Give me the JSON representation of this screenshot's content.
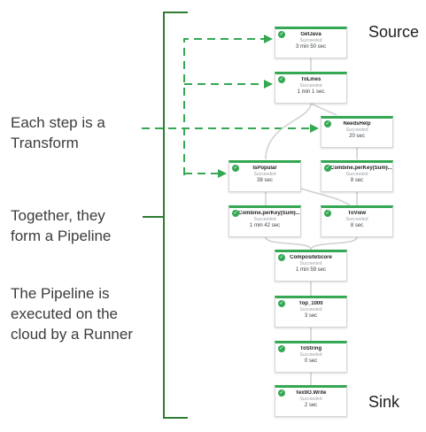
{
  "labels": {
    "source": "Source",
    "sink": "Sink",
    "each_step": [
      "Each step is a",
      "Transform"
    ],
    "together": [
      "Together, they",
      "form a Pipeline"
    ],
    "executed": [
      "The Pipeline is",
      "executed on the",
      "cloud by a Runner"
    ]
  },
  "colors": {
    "accent": "#34a853",
    "bracket": "#2e7d32",
    "edge": "#cfcfcf"
  },
  "nodes": [
    {
      "id": "getjava",
      "name": "GetJava",
      "status": "Succeeded",
      "time": "3 min 50 sec"
    },
    {
      "id": "tolines",
      "name": "ToLines",
      "status": "Succeeded",
      "time": "1 min 1 sec"
    },
    {
      "id": "needshelp",
      "name": "NeedsHelp",
      "status": "Succeeded",
      "time": "20 sec"
    },
    {
      "id": "ispopular",
      "name": "IsPopular",
      "status": "Succeeded",
      "time": "38 sec"
    },
    {
      "id": "combine1",
      "name": "Combine.perKey(Sum)...",
      "status": "Succeeded",
      "time": "8 sec"
    },
    {
      "id": "combine2",
      "name": "Combine.perKey(Sum)...",
      "status": "Succeeded",
      "time": "1 min 42 sec"
    },
    {
      "id": "toview",
      "name": "ToView",
      "status": "Succeeded",
      "time": "8 sec"
    },
    {
      "id": "compositescore",
      "name": "CompositeScore",
      "status": "Succeeded",
      "time": "1 min 59 sec"
    },
    {
      "id": "top1000",
      "name": "Top_1000",
      "status": "Succeeded",
      "time": "3 sec"
    },
    {
      "id": "tostring",
      "name": "ToString",
      "status": "Succeeded",
      "time": "0 sec"
    },
    {
      "id": "textiowrite",
      "name": "TextIO.Write",
      "status": "Succeeded",
      "time": "2 sec"
    }
  ]
}
